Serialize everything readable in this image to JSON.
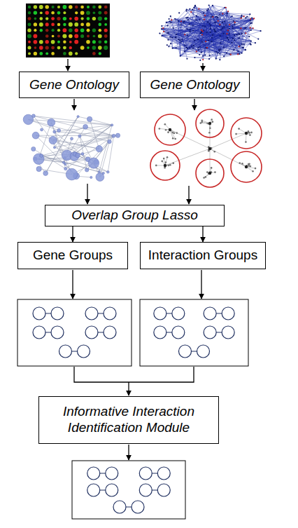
{
  "diagram": {
    "nodes": [
      {
        "text": [
          "Gene Ontology"
        ]
      },
      {
        "text": [
          "Gene Ontology"
        ]
      },
      {
        "text": [
          "Overlap Group Lasso"
        ]
      },
      {
        "text": [
          "Gene Groups"
        ]
      },
      {
        "text": [
          "Interaction Groups"
        ]
      },
      {
        "text": [
          "Informative Interaction Identification Module"
        ]
      }
    ],
    "edges": [
      {
        "from": 2,
        "to": 3,
        "arrow": "to"
      },
      {
        "from": 2,
        "to": 4,
        "arrow": "to"
      }
    ]
  }
}
